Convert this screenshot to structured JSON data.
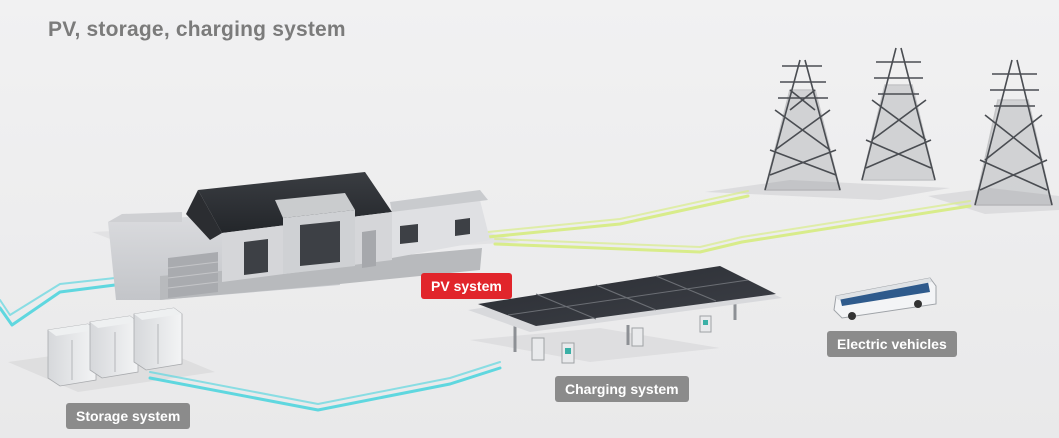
{
  "title": "PV, storage, charging system",
  "labels": {
    "pv": "PV system",
    "storage": "Storage system",
    "charging": "Charging system",
    "ev": "Electric vehicles"
  },
  "colors": {
    "pv_label": "#e1252b",
    "label_bg": "#8b8b8b",
    "storage_cable": "#5fd7df",
    "grid_cable": "#d8ec8a",
    "title": "#7b7b7b"
  }
}
